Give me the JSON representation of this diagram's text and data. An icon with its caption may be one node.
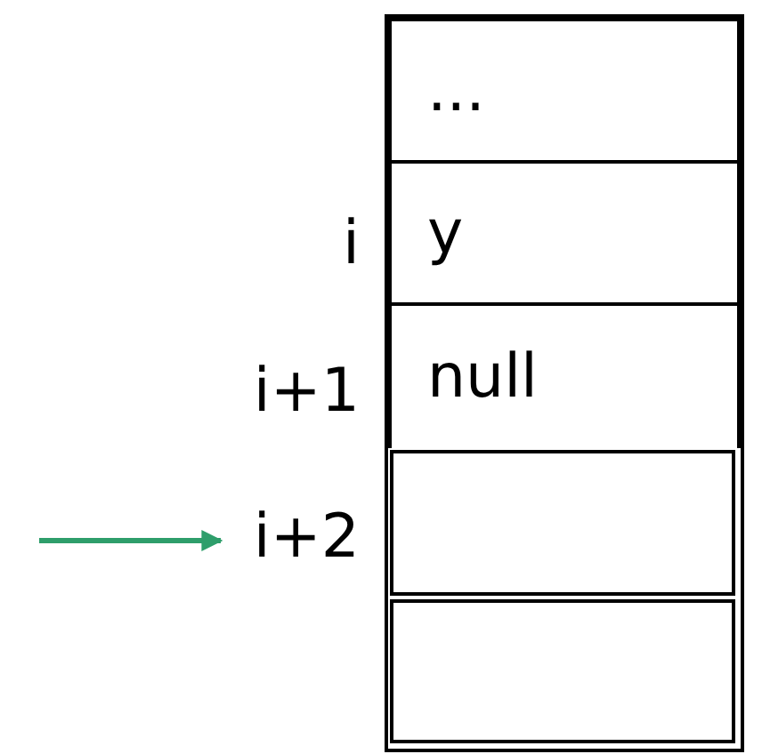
{
  "diagram": {
    "nodes": [
      {
        "text": [
          "..."
        ]
      },
      {
        "text": [
          "y"
        ]
      },
      {
        "text": [
          "null"
        ]
      },
      {
        "text": [],
        "shape": "box"
      },
      {
        "text": [],
        "shape": "box"
      },
      {
        "text": [
          "i+2"
        ]
      }
    ],
    "edges": [
      {
        "from": null,
        "to": 5,
        "arrow": "to"
      }
    ],
    "labels": [
      "i",
      "i+1"
    ]
  }
}
